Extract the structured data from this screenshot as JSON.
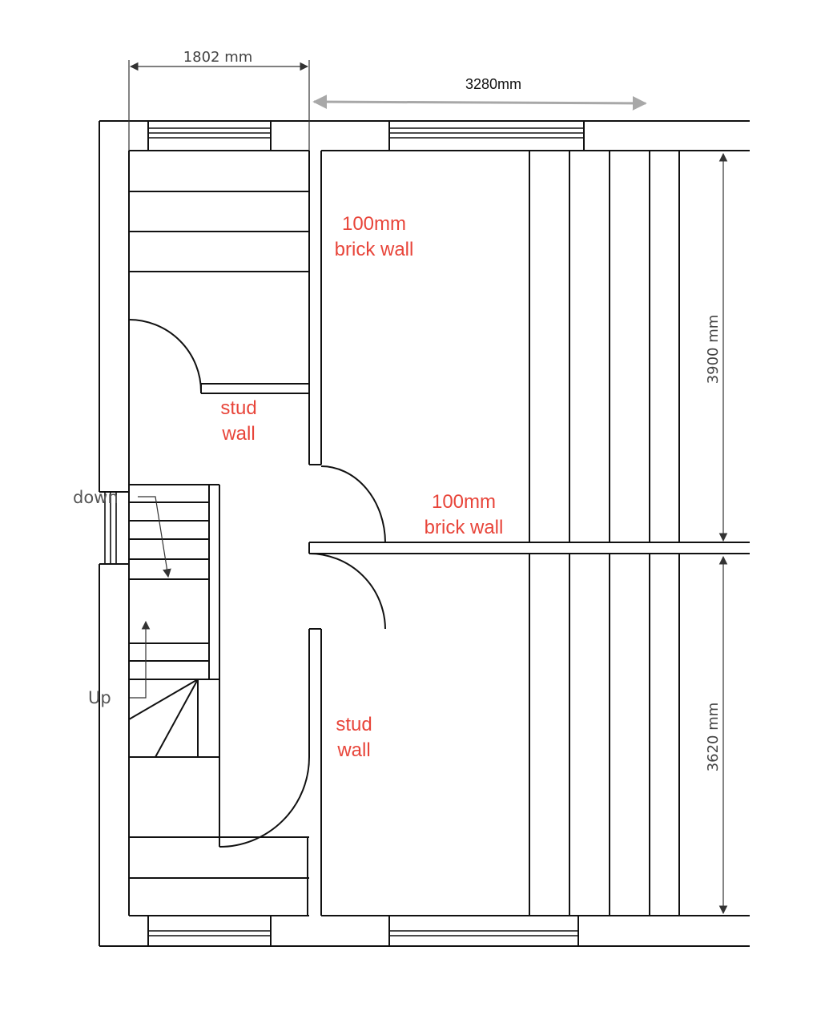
{
  "dimensions": {
    "top_left_width": "1802 mm",
    "top_right_width": "3280mm",
    "right_upper_height": "3900 mm",
    "right_lower_height": "3620 mm"
  },
  "wall_notes": {
    "brick_wall_top_line1": "100mm",
    "brick_wall_top_line2": "brick wall",
    "stud_wall_hall_line1": "stud",
    "stud_wall_hall_line2": "wall",
    "brick_wall_mid_line1": "100mm",
    "brick_wall_mid_line2": "brick wall",
    "stud_wall_lower_line1": "stud",
    "stud_wall_lower_line2": "wall"
  },
  "stairs": {
    "down_label": "down",
    "up_label": "Up"
  },
  "colors": {
    "wall_line": "#111111",
    "annotation_red": "#e8453a",
    "dimension_grey": "#a8a8a8",
    "dimension_dark": "#333333"
  }
}
